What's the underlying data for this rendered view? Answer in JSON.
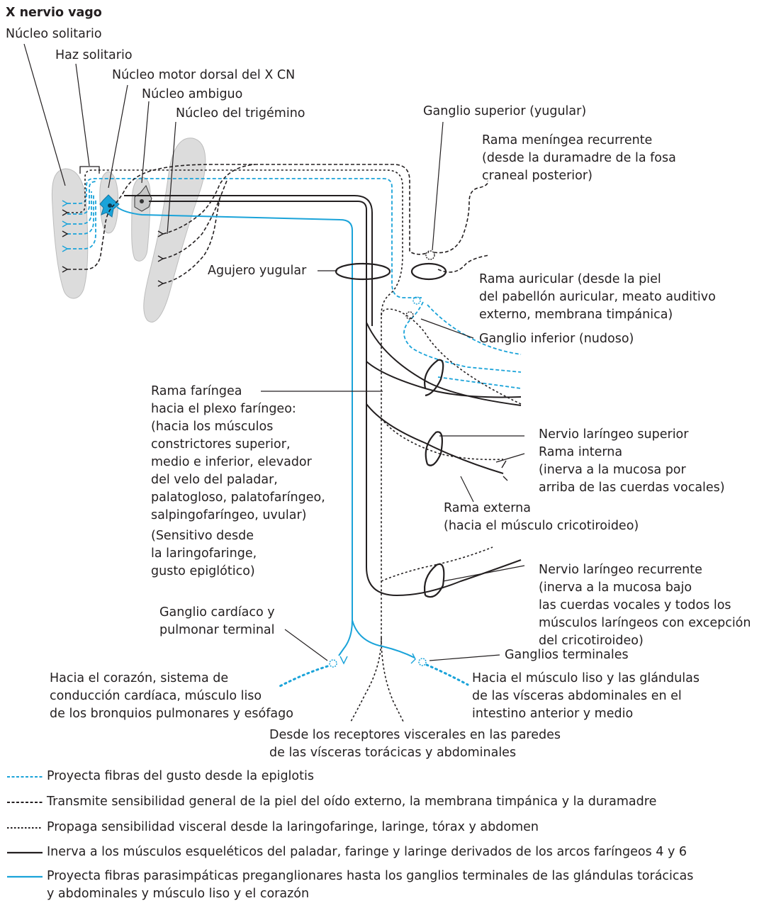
{
  "title": "X nervio vago",
  "colors": {
    "blue": "#1aa3d9",
    "black": "#231f20",
    "nucleus_fill": "#dcdcdc"
  },
  "labels": {
    "nucleo_solitario": "Núcleo solitario",
    "haz_solitario": "Haz solitario",
    "nucleo_motor_dorsal": "Núcleo motor dorsal del X CN",
    "nucleo_ambiguo": "Núcleo ambiguo",
    "nucleo_trigemino": "Núcleo del trigémino",
    "ganglio_superior": "Ganglio superior (yugular)",
    "rama_meningea": "Rama meníngea recurrente\n(desde la duramadre de la fosa\ncraneal posterior)",
    "agujero_yugular": "Agujero yugular",
    "rama_auricular": "Rama auricular (desde la piel\ndel pabellón auricular, meato auditivo\nexterno, membrana timpánica)",
    "ganglio_inferior": "Ganglio inferior (nudoso)",
    "rama_faringea": "Rama faríngea\nhacia el plexo faríngeo:\n(hacia los músculos\nconstrictores superior,\nmedio e inferior, elevador\ndel velo del paladar,\npalatogloso, palatofaríngeo,\nsalpingofaríngeo, uvular)",
    "sensitivo": "(Sensitivo desde\nla laringofaringe,\ngusto epiglótico)",
    "nervio_laringeo_superior": "Nervio laríngeo superior",
    "rama_interna": "Rama interna\n(inerva a la mucosa por\narriba de las cuerdas vocales)",
    "rama_externa": "Rama externa\n(hacia el músculo cricotiroideo)",
    "nervio_laringeo_recurrente": "Nervio laríngeo recurrente\n(inerva a la mucosa bajo\nlas cuerdas vocales y todos los\nmúsculos laríngeos con excepción\ndel cricotiroideo)",
    "ganglio_cardiaco": "Ganglio cardíaco y\npulmonar terminal",
    "ganglios_terminales": "Ganglios terminales",
    "hacia_corazon": "Hacia el corazón, sistema de\nconducción cardíaca, músculo liso\nde los bronquios pulmonares y esófago",
    "hacia_musculo_liso": "Hacia el músculo liso y las glándulas\nde las vísceras abdominales en el\nintestino anterior y medio",
    "desde_receptores": "Desde los receptores viscerales en las paredes\nde las vísceras torácicas y abdominales"
  },
  "legend": [
    {
      "line": "blue-dashed",
      "text": "Proyecta fibras del gusto desde la epiglotis"
    },
    {
      "line": "black-dashed",
      "text": "Transmite sensibilidad general de la piel del oído externo, la membrana timpánica y la duramadre"
    },
    {
      "line": "black-dotted",
      "text": "Propaga sensibilidad visceral desde la laringofaringe, laringe, tórax y abdomen"
    },
    {
      "line": "black-solid",
      "text": "Inerva a los músculos esqueléticos del paladar, faringe y laringe derivados de los arcos faríngeos 4 y 6"
    },
    {
      "line": "blue-solid",
      "text": "Proyecta fibras parasimpáticas preganglionares hasta los ganglios terminales de las glándulas torácicas\ny abdominales y músculo liso y el corazón"
    }
  ]
}
